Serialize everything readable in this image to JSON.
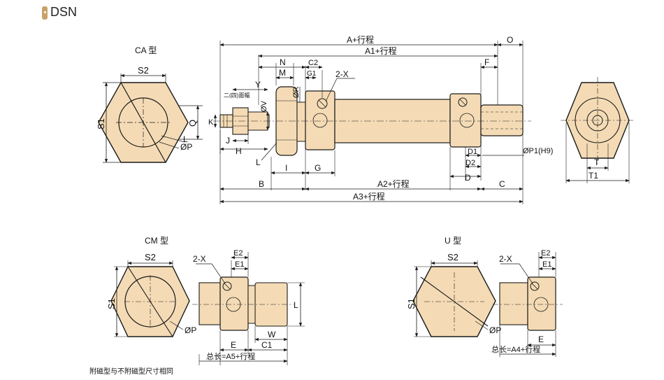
{
  "header": {
    "model": "DSN"
  },
  "colors": {
    "body_fill": "#f4dbb5",
    "line": "#1a1a1a",
    "accent": "#c9a26a",
    "background": "#ffffff"
  },
  "views": {
    "ca": {
      "title": "CA 型",
      "s2": "S2",
      "s1": "S1",
      "q": "Q",
      "l": "L",
      "p": "ØP"
    },
    "cm": {
      "title": "CM 型",
      "s2": "S2",
      "s1": "S1",
      "p": "ØP",
      "x": "2-X",
      "e2": "E2",
      "e1": "E1",
      "e": "E",
      "w": "W",
      "c1": "C1",
      "l": "L",
      "total": "总长=A5+行程"
    },
    "u": {
      "title": "U 型",
      "s2": "S2",
      "s1": "S1",
      "p": "ØP",
      "x": "2-X",
      "e2": "E2",
      "e1": "E1",
      "e": "E",
      "total": "总长=A4+行程"
    }
  },
  "main": {
    "a": "A+行程",
    "a1": "A1+行程",
    "o": "O",
    "n": "N",
    "c2": "C2",
    "g1": "G1",
    "m": "M",
    "x": "2-X",
    "f": "F",
    "y": "Y",
    "flat_note": "二(四)面幅",
    "v": "ØV",
    "r": "ØR",
    "k": "K",
    "j": "J",
    "h": "H",
    "l": "L",
    "i": "I",
    "g": "G",
    "d1": "D1",
    "d2": "D2",
    "d": "D",
    "p1": "ØP1(H9)",
    "b": "B",
    "a2": "A2+行程",
    "c": "C",
    "a3": "A3+行程"
  },
  "end_view": {
    "t": "T",
    "t1": "T1"
  },
  "footer_note": "附磁型与不附磁型尺寸相同"
}
